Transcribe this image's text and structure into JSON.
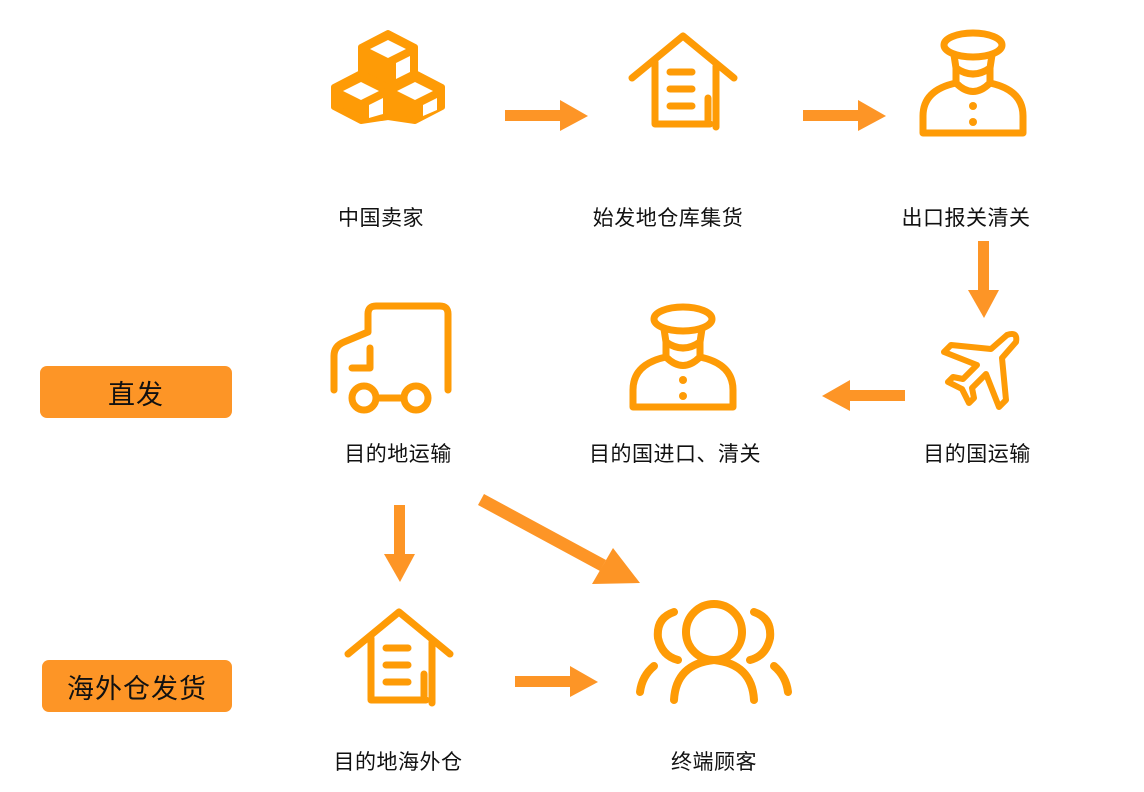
{
  "colors": {
    "icon": "#fe9b06",
    "arrow": "#fd9526",
    "badge_bg": "#fd9526",
    "text": "#111111",
    "background": "#ffffff"
  },
  "badges": {
    "direct": "直发",
    "overseas_warehouse": "海外仓发货"
  },
  "nodes": [
    {
      "id": "china-seller",
      "label": "中国卖家",
      "icon": "boxes-icon"
    },
    {
      "id": "origin-warehouse",
      "label": "始发地仓库集货",
      "icon": "warehouse-icon"
    },
    {
      "id": "export-customs",
      "label": "出口报关清关",
      "icon": "customs-officer-icon"
    },
    {
      "id": "destination-country-transport",
      "label": "目的国运输",
      "icon": "airplane-icon"
    },
    {
      "id": "destination-import-customs",
      "label": "目的国进口、清关",
      "icon": "customs-officer-icon"
    },
    {
      "id": "destination-local-transport",
      "label": "目的地运输",
      "icon": "truck-icon"
    },
    {
      "id": "overseas-warehouse",
      "label": "目的地海外仓",
      "icon": "warehouse-icon"
    },
    {
      "id": "end-customers",
      "label": "终端顾客",
      "icon": "customers-icon"
    }
  ],
  "edges": [
    {
      "from": "china-seller",
      "to": "origin-warehouse"
    },
    {
      "from": "origin-warehouse",
      "to": "export-customs"
    },
    {
      "from": "export-customs",
      "to": "destination-country-transport"
    },
    {
      "from": "destination-country-transport",
      "to": "destination-import-customs"
    },
    {
      "from": "destination-local-transport",
      "to": "overseas-warehouse"
    },
    {
      "from": "destination-local-transport",
      "to": "end-customers"
    },
    {
      "from": "overseas-warehouse",
      "to": "end-customers"
    }
  ]
}
